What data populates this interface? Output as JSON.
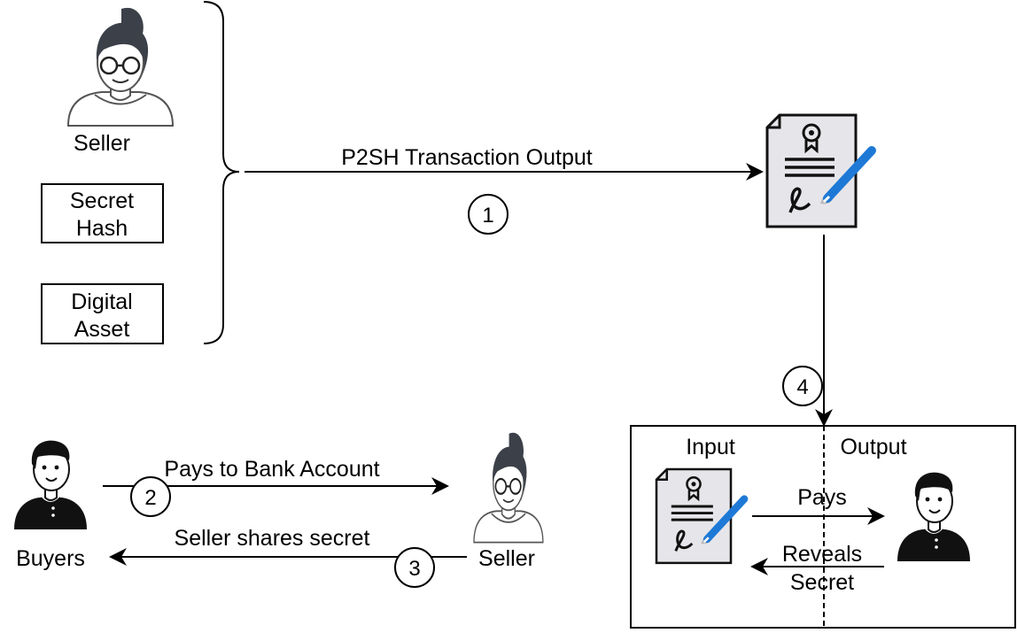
{
  "colors": {
    "ink": "#000000",
    "icon_dark": "#333333",
    "paper": "#e6e6ea",
    "pen": "#1e79d6"
  },
  "seller_top": {
    "label": "Seller",
    "icon": "seller-avatar-icon"
  },
  "boxes": {
    "secret_hash": [
      "Secret",
      "Hash"
    ],
    "digital_asset": [
      "Digital",
      "Asset"
    ]
  },
  "arrow1": {
    "label": "P2SH Transaction Output",
    "step": "1"
  },
  "contract_icon": "contract-certificate-icon",
  "step4": "4",
  "buyers": {
    "label": "Buyers",
    "icon": "buyer-avatar-icon"
  },
  "arrow2": {
    "label": "Pays to Bank Account",
    "step": "2"
  },
  "seller_bottom": {
    "label": "Seller",
    "icon": "seller-avatar-icon"
  },
  "arrow3": {
    "label": "Seller shares secret",
    "step": "3"
  },
  "tx_box": {
    "input": "Input",
    "output": "Output",
    "pays": "Pays",
    "reveals": [
      "Reveals",
      "Secret"
    ]
  }
}
